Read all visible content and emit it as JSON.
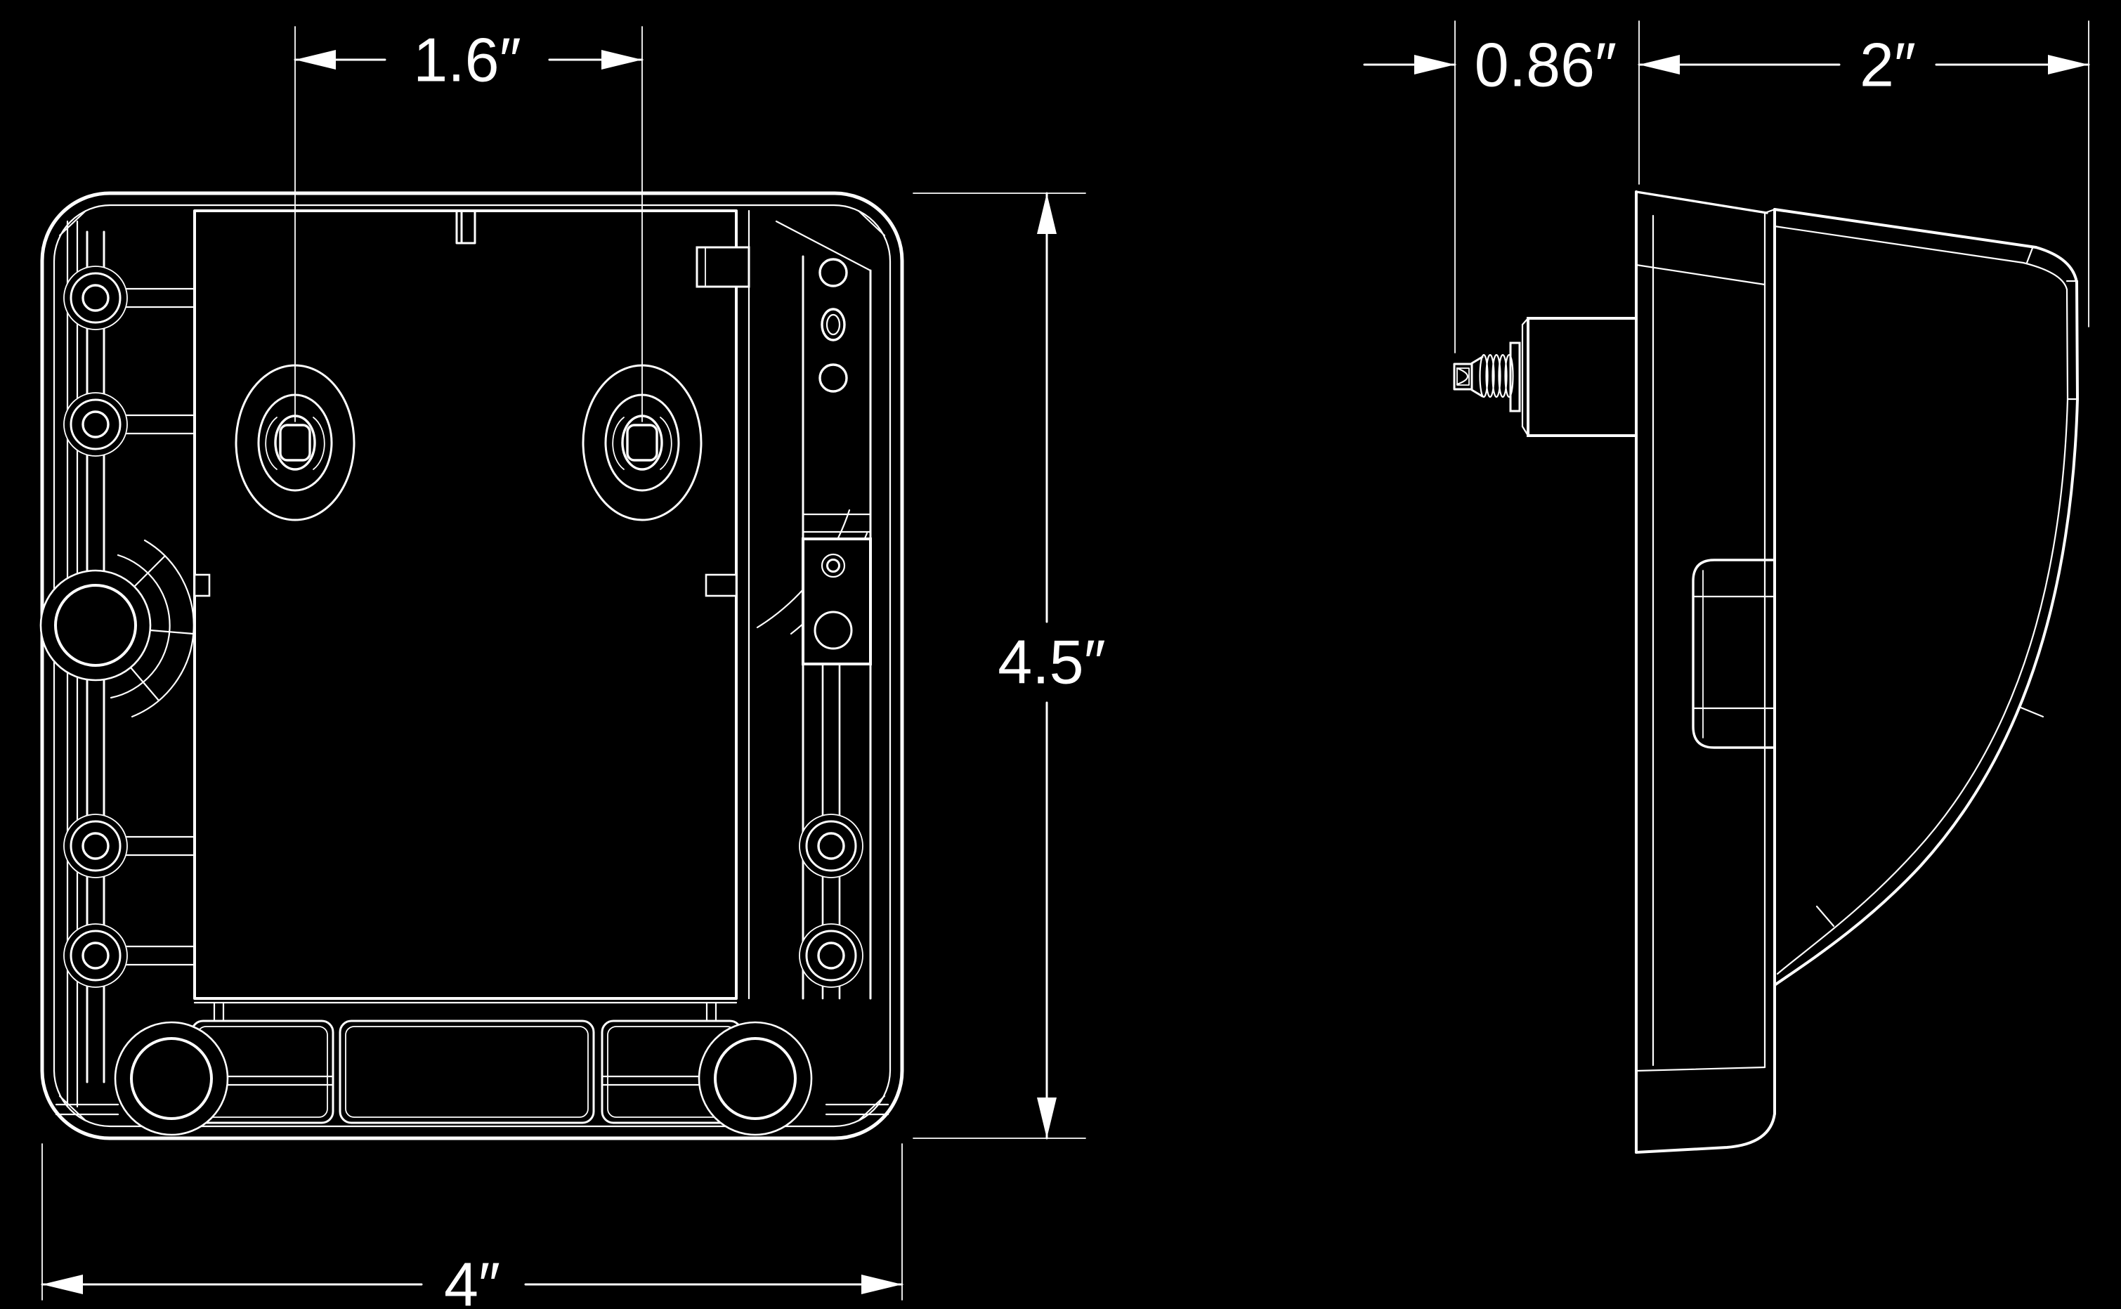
{
  "drawing": {
    "type": "technical-dimensioned-drawing",
    "background_color": "#000000",
    "line_color": "#ffffff",
    "views": {
      "left": "mounting-bracket-back-view",
      "right": "mounting-bracket-side-profile-view"
    },
    "dimensions": {
      "hole_spacing": {
        "label": "1.6″",
        "orientation": "horizontal"
      },
      "overall_height": {
        "label": "4.5″",
        "orientation": "vertical"
      },
      "overall_width": {
        "label": "4″",
        "orientation": "horizontal"
      },
      "stud_protrusion": {
        "label": "0.86″",
        "orientation": "horizontal"
      },
      "overall_depth": {
        "label": "2″",
        "orientation": "horizontal"
      }
    }
  }
}
